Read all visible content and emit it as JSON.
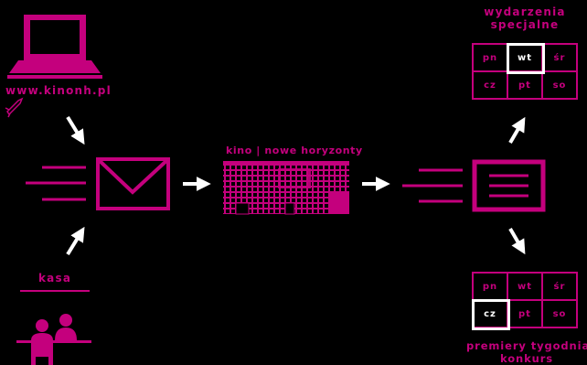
{
  "colors": {
    "accent": "#c4007d",
    "arrow": "#ffffff",
    "background": "#000000"
  },
  "website": {
    "url": "www.kinonh.pl"
  },
  "kasa": {
    "label": "kasa"
  },
  "cinema": {
    "name": "kino | nowe horyzonty"
  },
  "special_events": {
    "title_line1": "wydarzenia",
    "title_line2": "specjalne"
  },
  "premieres": {
    "title_line1": "premiery tygodnia",
    "title_line2": "konkurs"
  },
  "calendar_top": {
    "days": [
      "pn",
      "wt",
      "śr",
      "cz",
      "pt",
      "so"
    ],
    "highlighted": "wt"
  },
  "calendar_bottom": {
    "days": [
      "pn",
      "wt",
      "śr",
      "cz",
      "pt",
      "so"
    ],
    "highlighted": "cz"
  },
  "icons": [
    "laptop-icon",
    "rocket-icon",
    "envelope-icon",
    "document-icon",
    "building-icon",
    "cashier-icon"
  ]
}
